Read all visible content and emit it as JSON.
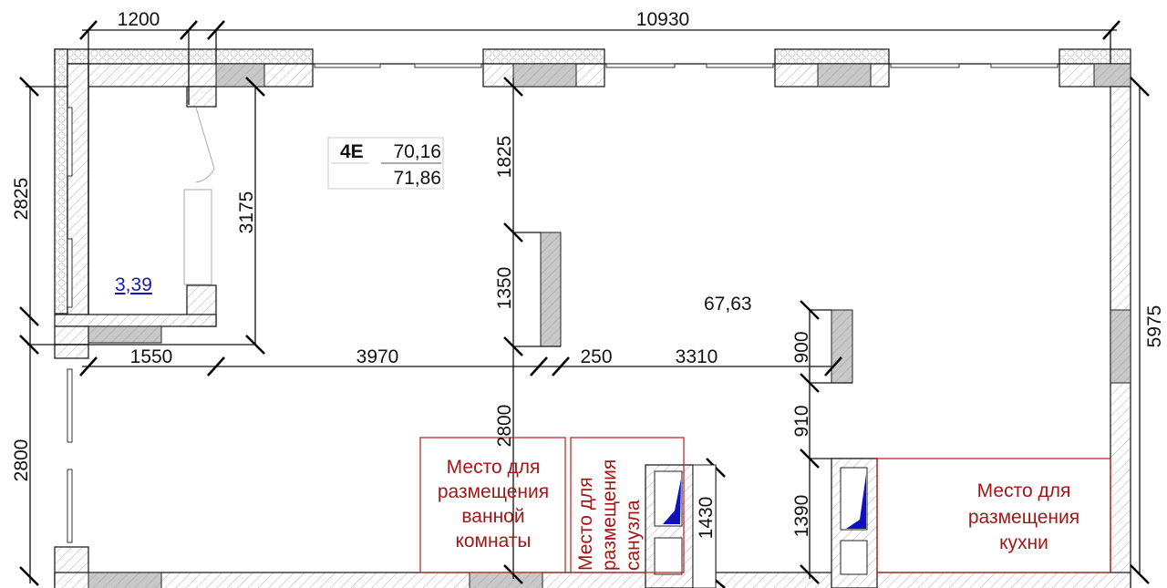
{
  "plan": {
    "apartment_code": "4E",
    "total_area": "70,16",
    "total_area_with_balcony": "71,86",
    "living_area": "67,63",
    "balcony_area": "3,39"
  },
  "dimensions": {
    "top_balcony": "1200",
    "top_total": "10930",
    "left_upper": "2825",
    "left_lower": "2800",
    "balcony_depth": "3175",
    "center_upper": "1825",
    "column_height": "1350",
    "center_lower": "2800",
    "horiz_1550": "1550",
    "horiz_3970": "3970",
    "horiz_250": "250",
    "horiz_3310": "3310",
    "right_900": "900",
    "right_910": "910",
    "right_1390": "1390",
    "shaft_1430": "1430",
    "right_total": "5975"
  },
  "zones": {
    "bathroom": [
      "Место для",
      "размещения",
      "ванной",
      "комнаты"
    ],
    "toilet": [
      "Место для",
      "размещения",
      "санузла"
    ],
    "kitchen": [
      "Место для",
      "размещения",
      "кухни"
    ]
  }
}
